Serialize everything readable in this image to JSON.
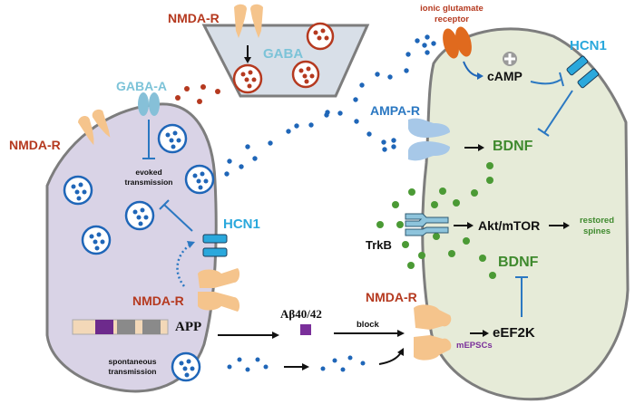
{
  "labels": {
    "nmda_top": "NMDA-R",
    "gaba": "GABA",
    "gaba_a": "GABA-A",
    "nmda_left": "NMDA-R",
    "evoked": [
      "evoked",
      "transmission"
    ],
    "hcn1_left": "HCN1",
    "nmda_bottom_left": "NMDA-R",
    "app": "APP",
    "spontaneous": [
      "spontaneous",
      "transmission"
    ],
    "abeta": "Aβ40/42",
    "block": "block",
    "ionic": [
      "ionic glutamate",
      "receptor"
    ],
    "camp": "cAMP",
    "hcn1_right": "HCN1",
    "ampa": "AMPA-R",
    "bdnf_top": "BDNF",
    "trkb": "TrkB",
    "akt": "Akt/mTOR",
    "restored": [
      "restored",
      "spines"
    ],
    "bdnf_bottom": "BDNF",
    "nmda_right": "NMDA-R",
    "eef2k": "eEF2K",
    "mepscs": "mEPSCs"
  },
  "colors": {
    "presynaptic_fill": "#d9d3e6",
    "postsynaptic_fill": "#e6ebd8",
    "gaba_terminal_fill": "#d8dfe8",
    "nmda_receptor": "#f5c48c",
    "gaba_a_receptor": "#86c0d8",
    "hcn1": "#2aa8dc",
    "ampa_receptor": "#a7c8e8",
    "trkb_receptor": "#8ec4dc",
    "ionic_receptor": "#e06a1e",
    "glutamate": "#1f66b8",
    "gaba_vesicle": "#b5391f",
    "bdnf": "#4b9a35",
    "abeta": "#7a2f9a",
    "membrane": "#8a8a8a"
  }
}
